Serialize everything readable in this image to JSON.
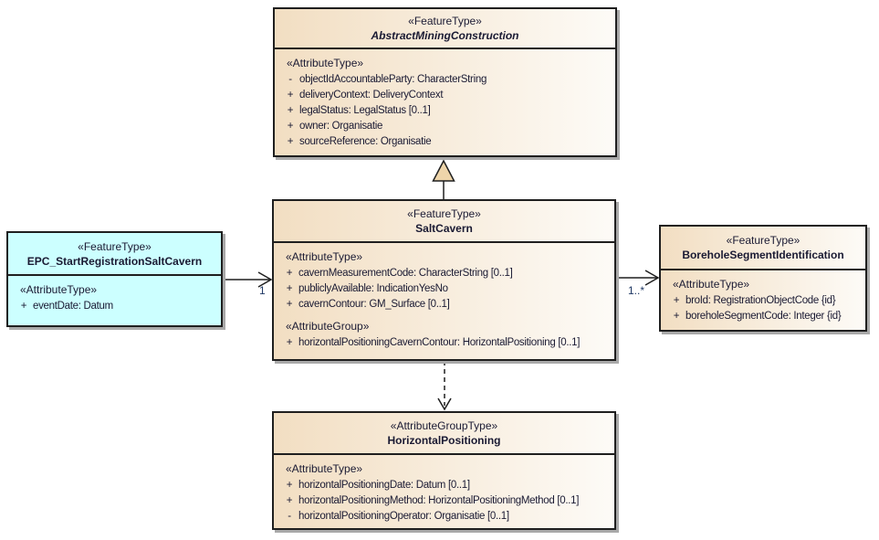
{
  "diagram": {
    "type": "uml-class-diagram",
    "colors": {
      "box_fill_gradient_left": "#F2DEC2",
      "box_fill_gradient_right": "#FDFBF7",
      "event_box_fill": "#CCFFFF",
      "box_border": "#1F1F1F",
      "drop_shadow": "#A9A9A9",
      "generalization_triangle_fill": "#EED5AA",
      "text": "#1A1A33",
      "multiplicity_label": "#1F3864",
      "background": "#FFFFFF"
    },
    "boxes": {
      "abstract": {
        "stereotype": "«FeatureType»",
        "name": "AbstractMiningConstruction",
        "sections": [
          {
            "heading": "«AttributeType»",
            "attrs": [
              {
                "vis": "-",
                "text": "objectIdAccountableParty: CharacterString"
              },
              {
                "vis": "+",
                "text": "deliveryContext: DeliveryContext"
              },
              {
                "vis": "+",
                "text": "legalStatus: LegalStatus [0..1]"
              },
              {
                "vis": "+",
                "text": "owner: Organisatie"
              },
              {
                "vis": "+",
                "text": "sourceReference: Organisatie"
              }
            ]
          }
        ]
      },
      "saltcavern": {
        "stereotype": "«FeatureType»",
        "name": "SaltCavern",
        "sections": [
          {
            "heading": "«AttributeType»",
            "attrs": [
              {
                "vis": "+",
                "text": "cavernMeasurementCode: CharacterString [0..1]"
              },
              {
                "vis": "+",
                "text": "publiclyAvailable: IndicationYesNo"
              },
              {
                "vis": "+",
                "text": "cavernContour: GM_Surface [0..1]"
              }
            ]
          },
          {
            "heading": "«AttributeGroup»",
            "attrs": [
              {
                "vis": "+",
                "text": "horizontalPositioningCavernContour: HorizontalPositioning [0..1]"
              }
            ]
          }
        ]
      },
      "epc": {
        "stereotype": "«FeatureType»",
        "name": "EPC_StartRegistrationSaltCavern",
        "sections": [
          {
            "heading": "«AttributeType»",
            "attrs": [
              {
                "vis": "+",
                "text": "eventDate: Datum"
              }
            ]
          }
        ]
      },
      "borehole": {
        "stereotype": "«FeatureType»",
        "name": "BoreholeSegmentIdentification",
        "sections": [
          {
            "heading": "«AttributeType»",
            "attrs": [
              {
                "vis": "+",
                "text": "broId: RegistrationObjectCode {id}"
              },
              {
                "vis": "+",
                "text": "boreholeSegmentCode: Integer {id}"
              }
            ]
          }
        ]
      },
      "horizpos": {
        "stereotype": "«AttributeGroupType»",
        "name": "HorizontalPositioning",
        "sections": [
          {
            "heading": "«AttributeType»",
            "attrs": [
              {
                "vis": "+",
                "text": "horizontalPositioningDate: Datum [0..1]"
              },
              {
                "vis": "+",
                "text": "horizontalPositioningMethod: HorizontalPositioningMethod [0..1]"
              },
              {
                "vis": "-",
                "text": "horizontalPositioningOperator: Organisatie [0..1]"
              }
            ]
          }
        ]
      }
    },
    "connectors": {
      "generalization": {
        "from": "SaltCavern",
        "to": "AbstractMiningConstruction",
        "kind": "generalization"
      },
      "epc_assoc": {
        "from": "EPC_StartRegistrationSaltCavern",
        "to": "SaltCavern",
        "kind": "association",
        "label": "1"
      },
      "borehole_assoc": {
        "from": "SaltCavern",
        "to": "BoreholeSegmentIdentification",
        "kind": "association",
        "label": "1..*"
      },
      "dependency": {
        "from": "SaltCavern",
        "to": "HorizontalPositioning",
        "kind": "dependency"
      }
    }
  }
}
